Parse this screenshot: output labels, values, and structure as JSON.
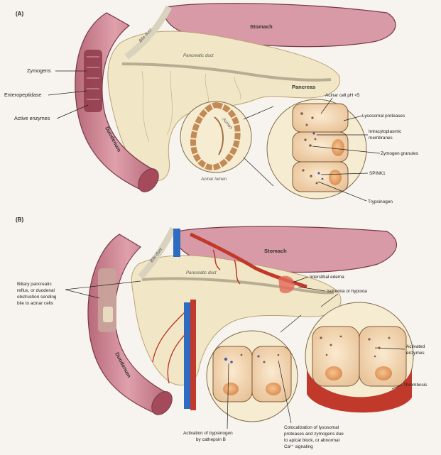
{
  "panelA": {
    "tag": "(A)",
    "organs": {
      "stomach": "Stomach",
      "pancreas": "Pancreas",
      "duodenum": "Duodenum",
      "pancreatic_duct": "Pancreatic duct",
      "bile_duct": "Bile duct",
      "acinus": "Acinus",
      "acinar_lumen": "Acinar lumen"
    },
    "labels": {
      "zymogens": "Zymogens",
      "enteropeptidase": "Enteropeptidase",
      "active_enzymes": "Active enzymes",
      "acinar_ph": "Acinar cell pH <5",
      "lysosomal_proteases": "Lysosomal proteases",
      "intracytoplasmic": "Intracytoplasmic",
      "membranes": "membranes",
      "zymogen_granules": "Zymogen granules",
      "spink1": "SPINK1",
      "trypsinogen": "Trypsinogen"
    }
  },
  "panelB": {
    "tag": "(B)",
    "organs": {
      "stomach": "Stomach",
      "duodenum": "Duodenum",
      "pancreatic_duct": "Pancreatic duct",
      "bile_duct": "Bile duct"
    },
    "labels": {
      "reflux_l1": "Biliary pancreatic",
      "reflux_l2": "reflux, or duodenal",
      "reflux_l3": "obstruction sending",
      "reflux_l4": "bile to acinar cells",
      "interstitial_edema": "Interstitial edema",
      "ischemia": "Ischemia or hypoxia",
      "activated_l1": "Activated",
      "activated_l2": "enzymes",
      "thrombosis": "Thrombosis",
      "activation_l1": "Activation of trypsinogen",
      "activation_l2": "by cathepsin B",
      "colocal_l1": "Colocalization of lysosomal",
      "colocal_l2": "proteases and zymogens due",
      "colocal_l3": "to apical block, or abnormal",
      "colocal_l4": "Ca²⁺ signaling"
    }
  },
  "colors": {
    "duodenum": "#c98390",
    "duodenum_dark": "#8e3a4a",
    "stomach": "#d79aa6",
    "pancreas": "#f1e7c6",
    "cell": "#f2d8b4",
    "nucleus": "#e7a06a",
    "artery": "#c0392b",
    "vein": "#2e6cc2"
  }
}
